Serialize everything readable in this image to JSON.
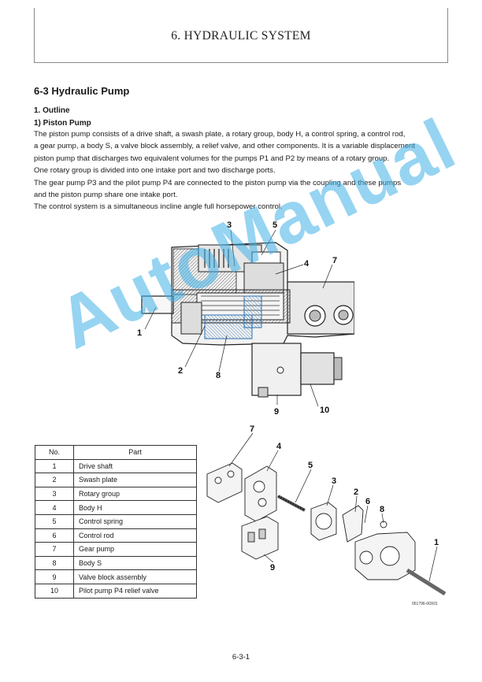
{
  "header": {
    "chapter_title": "6. HYDRAULIC SYSTEM"
  },
  "section": {
    "title": "6-3  Hydraulic Pump",
    "outline_heading": "1.  Outline",
    "piston_pump_heading": "1)  Piston Pump",
    "paragraphs": [
      "The piston pump consists of a drive shaft, a swash plate, a rotary group, body H,   a control spring, a control rod,",
      "a gear pump, a body S, a valve block assembly, a relief valve, and other components. It is a variable displacement",
      "piston pump that discharges two equivalent volumes for the pumps P1 and P2 by means of a rotary group.",
      "One rotary group is divided into one intake port and two discharge ports.",
      "The gear pump P3 and the pilot pump P4  are connected to the piston pump via the coupling and these pumps",
      "and the piston pump share one intake port.",
      "The control system is a simultaneous incline angle full horsepower control."
    ]
  },
  "watermark": "AutoManual",
  "main_figure": {
    "callouts": [
      "3",
      "5",
      "4",
      "7",
      "1",
      "2",
      "8",
      "9",
      "10"
    ]
  },
  "exploded_figure": {
    "callouts": [
      "7",
      "4",
      "5",
      "3",
      "2",
      "6",
      "8",
      "1",
      "9"
    ],
    "code": "051796-00X01"
  },
  "parts_table": {
    "headers": [
      "No.",
      "Part"
    ],
    "rows": [
      {
        "no": "1",
        "part": "Drive shaft"
      },
      {
        "no": "2",
        "part": "Swash plate"
      },
      {
        "no": "3",
        "part": "Rotary group"
      },
      {
        "no": "4",
        "part": "Body H"
      },
      {
        "no": "5",
        "part": "Control spring"
      },
      {
        "no": "6",
        "part": "Control rod"
      },
      {
        "no": "7",
        "part": "Gear pump"
      },
      {
        "no": "8",
        "part": "Body S"
      },
      {
        "no": "9",
        "part": "Valve block assembly"
      },
      {
        "no": "10",
        "part": "Pilot pump P4 relief valve"
      }
    ]
  },
  "footer": {
    "page_number": "6-3-1"
  },
  "colors": {
    "watermark": "#3fb0e8",
    "hatch_blue": "#2a6fb0",
    "ink": "#1a1a1a"
  }
}
